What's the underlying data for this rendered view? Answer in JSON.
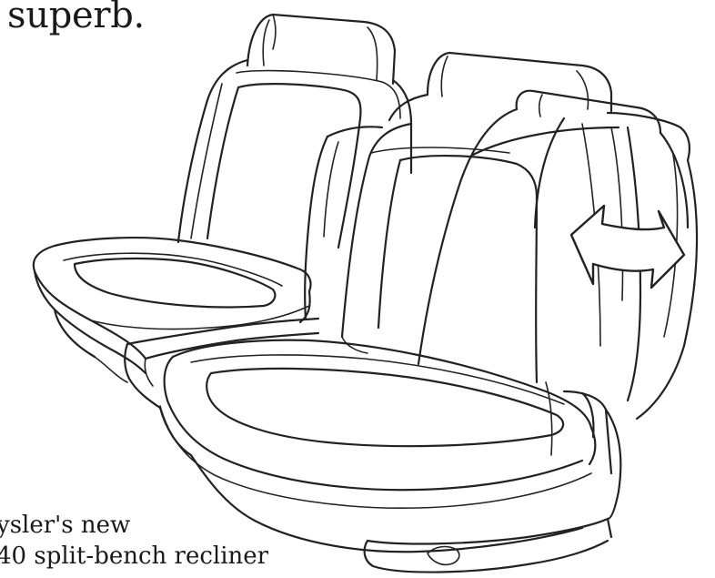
{
  "heading": {
    "line1_fragment": "superb."
  },
  "caption": {
    "line1": "ysler's new",
    "line2": "40 split-bench recliner"
  },
  "colors": {
    "ink": "#222222",
    "paper": "#ffffff"
  },
  "icons": {
    "recline_arrow": "double-headed-curved-arrow"
  }
}
